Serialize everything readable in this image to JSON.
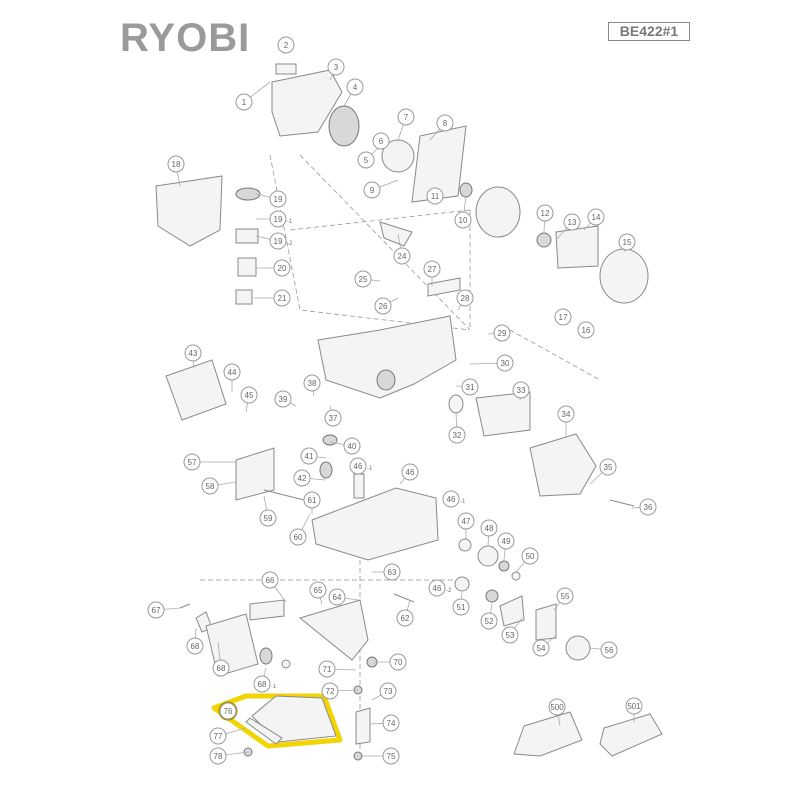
{
  "header": {
    "brand": "RYOBI",
    "model": "BE422#1"
  },
  "highlight_color": "#f2d400",
  "callouts": [
    {
      "label": "1"
    },
    {
      "label": "2"
    },
    {
      "label": "3"
    },
    {
      "label": "4"
    },
    {
      "label": "5"
    },
    {
      "label": "6"
    },
    {
      "label": "7"
    },
    {
      "label": "8"
    },
    {
      "label": "9"
    },
    {
      "label": "10"
    },
    {
      "label": "11"
    },
    {
      "label": "12"
    },
    {
      "label": "13"
    },
    {
      "label": "14"
    },
    {
      "label": "15"
    },
    {
      "label": "16"
    },
    {
      "label": "17"
    },
    {
      "label": "18"
    },
    {
      "label": "19"
    },
    {
      "label": "19",
      "sub": "-1"
    },
    {
      "label": "19",
      "sub": "-2"
    },
    {
      "label": "20"
    },
    {
      "label": "21"
    },
    {
      "label": "24"
    },
    {
      "label": "25"
    },
    {
      "label": "26"
    },
    {
      "label": "27"
    },
    {
      "label": "28"
    },
    {
      "label": "29"
    },
    {
      "label": "30"
    },
    {
      "label": "31"
    },
    {
      "label": "32"
    },
    {
      "label": "33"
    },
    {
      "label": "34"
    },
    {
      "label": "35"
    },
    {
      "label": "36"
    },
    {
      "label": "37"
    },
    {
      "label": "38"
    },
    {
      "label": "39"
    },
    {
      "label": "40"
    },
    {
      "label": "41"
    },
    {
      "label": "42"
    },
    {
      "label": "43"
    },
    {
      "label": "44"
    },
    {
      "label": "45"
    },
    {
      "label": "46"
    },
    {
      "label": "46",
      "sub": "-1"
    },
    {
      "label": "46",
      "sub": "-1"
    },
    {
      "label": "46",
      "sub": "-2"
    },
    {
      "label": "47"
    },
    {
      "label": "48"
    },
    {
      "label": "49"
    },
    {
      "label": "50"
    },
    {
      "label": "51"
    },
    {
      "label": "52"
    },
    {
      "label": "53"
    },
    {
      "label": "54"
    },
    {
      "label": "55"
    },
    {
      "label": "56"
    },
    {
      "label": "57"
    },
    {
      "label": "58"
    },
    {
      "label": "59"
    },
    {
      "label": "60"
    },
    {
      "label": "61"
    },
    {
      "label": "62"
    },
    {
      "label": "63"
    },
    {
      "label": "64"
    },
    {
      "label": "65"
    },
    {
      "label": "66"
    },
    {
      "label": "67"
    },
    {
      "label": "68"
    },
    {
      "label": "68"
    },
    {
      "label": "68",
      "sub": "-1"
    },
    {
      "label": "70"
    },
    {
      "label": "71"
    },
    {
      "label": "72"
    },
    {
      "label": "73"
    },
    {
      "label": "74"
    },
    {
      "label": "75"
    },
    {
      "label": "76"
    },
    {
      "label": "77"
    },
    {
      "label": "78"
    },
    {
      "label": "500"
    },
    {
      "label": "501"
    }
  ]
}
